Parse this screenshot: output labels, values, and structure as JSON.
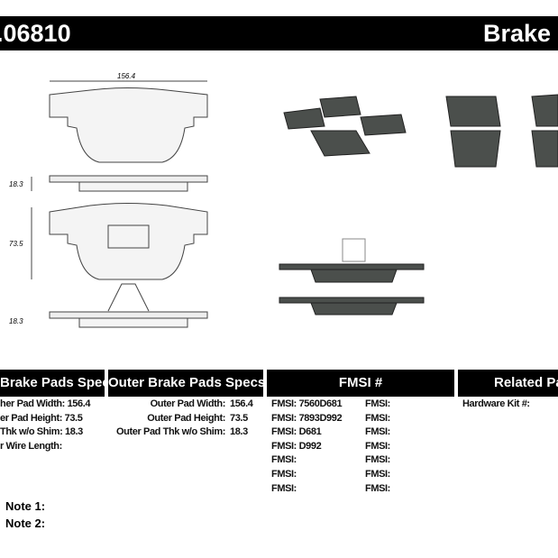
{
  "header": {
    "part_number": ".06810",
    "title": "Brake P"
  },
  "drawing": {
    "width_dim": "156.4",
    "thk_dim_1": "18.3",
    "height_dim": "73.5",
    "thk_dim_2": "18.3"
  },
  "inner": {
    "header": "Brake Pads Specs",
    "rows": [
      "her Pad Width:  156.4",
      "er Pad Height:  73.5",
      "Thk w/o Shim:  18.3",
      "r Wire Length:"
    ]
  },
  "outer": {
    "header": "Outer Brake Pads Specs",
    "rows": [
      {
        "label": "Outer Pad Width:",
        "value": "156.4"
      },
      {
        "label": "Outer Pad Height:",
        "value": "73.5"
      },
      {
        "label": "Outer Pad Thk w/o Shim:",
        "value": "18.3"
      }
    ]
  },
  "fmsi": {
    "header": "FMSI #",
    "col1": [
      "FMSI:  7560D681",
      "FMSI:  7893D992",
      "FMSI:  D681",
      "FMSI:  D992",
      "FMSI:",
      "FMSI:",
      "FMSI:"
    ],
    "col2": [
      "FMSI:",
      "FMSI:",
      "FMSI:",
      "FMSI:",
      "FMSI:",
      "FMSI:",
      "FMSI:"
    ]
  },
  "related": {
    "header": "Related Par",
    "hardware_kit": "Hardware Kit #:"
  },
  "notes": [
    "Note 1:",
    "Note 2:"
  ]
}
